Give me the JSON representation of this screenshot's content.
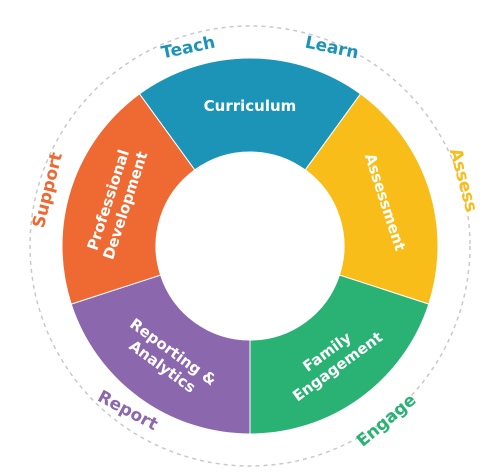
{
  "segments": [
    {
      "lines": [
        "Curriculum"
      ],
      "color": "#1b94b8"
    },
    {
      "lines": [
        "Assessment"
      ],
      "color": "#f9bd19"
    },
    {
      "lines": [
        "Family",
        "Engagement"
      ],
      "color": "#2ab274"
    },
    {
      "lines": [
        "Reporting &",
        "Analytics"
      ],
      "color": "#8b67ad"
    },
    {
      "lines": [
        "Professional",
        "Development"
      ],
      "color": "#ef6932"
    }
  ],
  "outer": [
    {
      "text": "Teach",
      "color": "#1b94b8"
    },
    {
      "text": "Learn",
      "color": "#1b94b8"
    },
    {
      "text": "Assess",
      "color": "#f9bd19"
    },
    {
      "text": "Engage",
      "color": "#2ab274"
    },
    {
      "text": "Report",
      "color": "#8b67ad"
    },
    {
      "text": "Support",
      "color": "#ef6932"
    }
  ],
  "ring_color": "#c9c9c9"
}
